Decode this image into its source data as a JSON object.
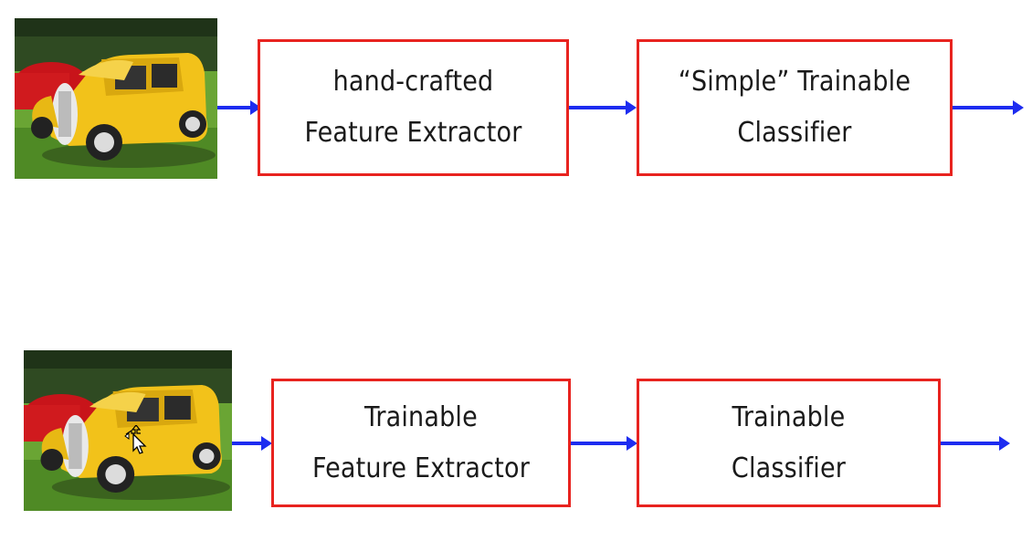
{
  "pipelines": [
    {
      "stage1": {
        "line1": "hand-crafted",
        "line2": "Feature Extractor"
      },
      "stage2": {
        "line1": "“Simple” Trainable",
        "line2": "Classifier"
      }
    },
    {
      "stage1": {
        "line1": "Trainable",
        "line2": "Feature Extractor"
      },
      "stage2": {
        "line1": "Trainable",
        "line2": "Classifier"
      }
    }
  ],
  "colors": {
    "box_border": "#e8231f",
    "arrow": "#1d2cf0",
    "car": "#f2c21a",
    "grass": "#5f9c2f"
  },
  "icons": {
    "cursor": "move-cursor-icon"
  }
}
